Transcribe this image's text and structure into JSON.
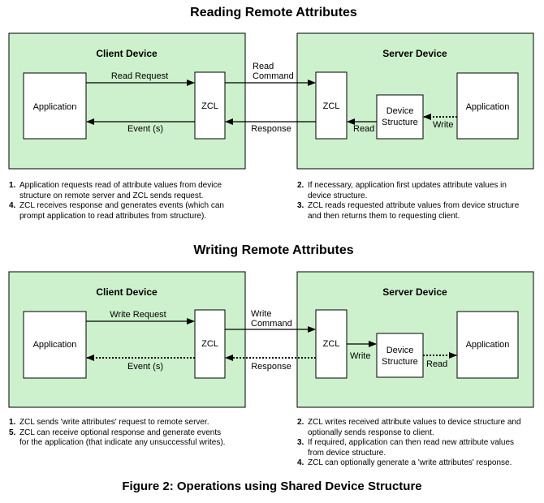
{
  "caption": "Figure 2: Operations using Shared Device Structure",
  "reading": {
    "title": "Reading Remote Attributes",
    "client_label": "Client Device",
    "server_label": "Server Device",
    "client_app": "Application",
    "client_zcl": "ZCL",
    "server_zcl": "ZCL",
    "device_structure": [
      "Device",
      "Structure"
    ],
    "server_app": "Application",
    "read_request": "Read Request",
    "event": "Event (s)",
    "read_command": [
      "Read",
      "Command"
    ],
    "response": "Response",
    "read": "Read",
    "write": "Write",
    "notes_left": [
      {
        "num": "1.",
        "lines": [
          "Application requests read of attribute values from device",
          "structure on remote server and ZCL sends request."
        ]
      },
      {
        "num": "4.",
        "lines": [
          "ZCL receives response and generates events (which can",
          "prompt application to read attributes from structure)."
        ]
      }
    ],
    "notes_right": [
      {
        "num": "2.",
        "lines": [
          "If necessary, application first updates attribute values in",
          "device structure."
        ]
      },
      {
        "num": "3.",
        "lines": [
          "ZCL reads requested attribute values from device structure",
          "and then returns them to requesting client."
        ]
      }
    ]
  },
  "writing": {
    "title": "Writing Remote Attributes",
    "client_label": "Client Device",
    "server_label": "Server Device",
    "client_app": "Application",
    "client_zcl": "ZCL",
    "server_zcl": "ZCL",
    "device_structure": [
      "Device",
      "Structure"
    ],
    "server_app": "Application",
    "write_request": "Write Request",
    "event": "Event (s)",
    "write_command": [
      "Write",
      "Command"
    ],
    "response": "Response",
    "write": "Write",
    "read": "Read",
    "notes_left": [
      {
        "num": "1.",
        "lines": [
          "ZCL sends 'write attributes' request to remote server."
        ]
      },
      {
        "num": "5.",
        "lines": [
          "ZCL can receive optional response and generate events",
          "for the application (that indicate any unsuccessful writes)."
        ]
      }
    ],
    "notes_right": [
      {
        "num": "2.",
        "lines": [
          "ZCL writes received attribute values to device structure and",
          "optionally sends response to client."
        ]
      },
      {
        "num": "3.",
        "lines": [
          "If required, application can then read new attribute values",
          "from device structure."
        ]
      },
      {
        "num": "4.",
        "lines": [
          "ZCL can optionally generate a 'write attributes' response."
        ]
      }
    ]
  }
}
